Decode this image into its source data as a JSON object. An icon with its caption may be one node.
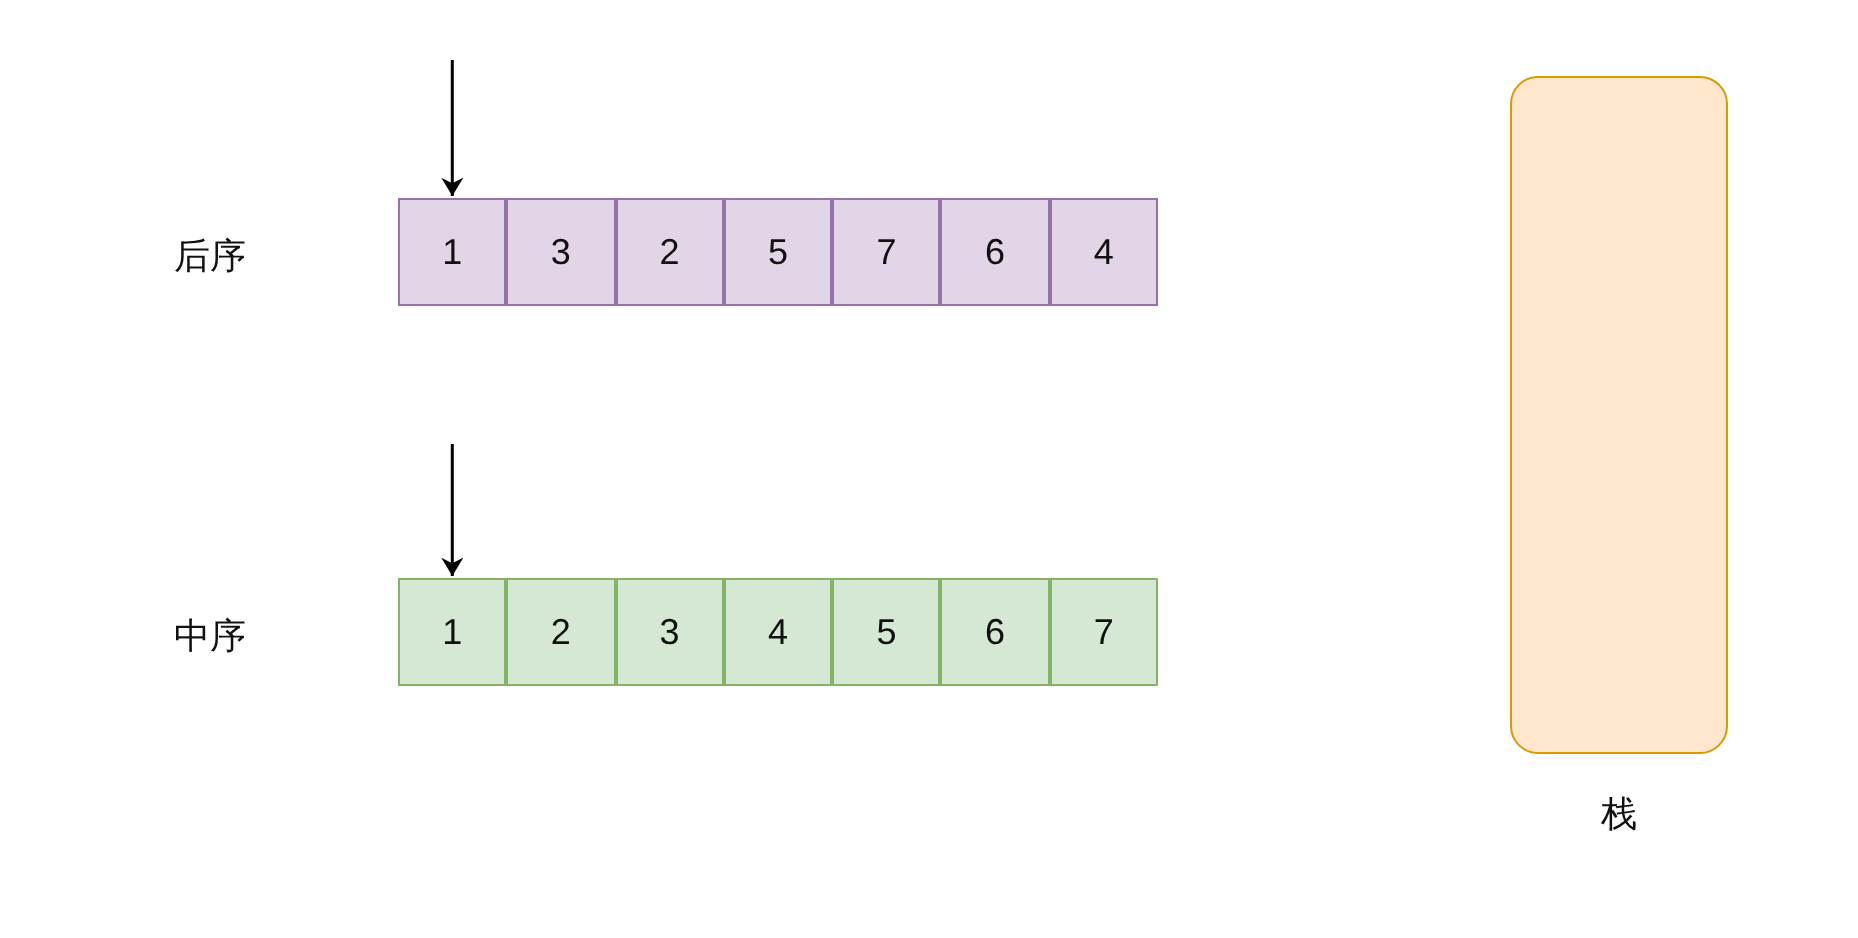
{
  "diagram": {
    "nodes": [
      {
        "text": [
          "1"
        ]
      },
      {
        "text": [
          "3"
        ]
      },
      {
        "text": [
          "2"
        ]
      },
      {
        "text": [
          "5"
        ]
      },
      {
        "text": [
          "7"
        ]
      },
      {
        "text": [
          "6"
        ]
      },
      {
        "text": [
          "4"
        ]
      },
      {
        "text": [
          "1"
        ]
      },
      {
        "text": [
          "2"
        ]
      },
      {
        "text": [
          "3"
        ]
      },
      {
        "text": [
          "4"
        ]
      },
      {
        "text": [
          "5"
        ]
      },
      {
        "text": [
          "6"
        ]
      },
      {
        "text": [
          "7"
        ]
      },
      {
        "text": [],
        "shape": "box",
        "beside": [
          "栈"
        ]
      }
    ],
    "edges": [
      {
        "from": null,
        "to": 0,
        "arrow": "to"
      },
      {
        "from": null,
        "to": 7,
        "arrow": "to"
      }
    ],
    "labels": [
      "后序",
      "中序"
    ]
  }
}
